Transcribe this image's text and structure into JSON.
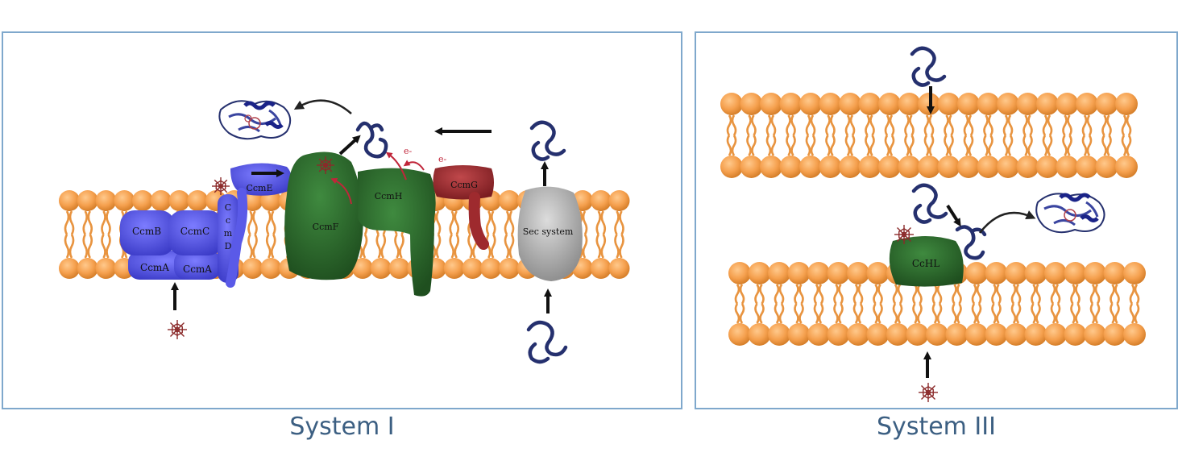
{
  "panels": [
    {
      "caption": "System I",
      "labels": {
        "ccmB": "CcmB",
        "ccmC": "CcmC",
        "ccmA1": "CcmA",
        "ccmA2": "CcmA",
        "ccmD": [
          "C",
          "c",
          "m",
          "D"
        ],
        "ccmE": "CcmE",
        "ccmF": "CcmF",
        "ccmH": "CcmH",
        "ccmG": "CcmG",
        "sec": "Sec system",
        "electron1": "e-",
        "electron2": "e-"
      }
    },
    {
      "caption": "System III",
      "labels": {
        "cchl": "CcHL"
      }
    }
  ],
  "colors": {
    "membrane": "#f5a04e",
    "ccm_blue": "#5a5ae8",
    "ccm_green": "#2e6b2e",
    "ccmG_red": "#9e2a2e",
    "sec_gray": "#a9a9a9",
    "heme": "#8b2a2a",
    "apoprotein": "#25306e",
    "electron_arrow": "#c0263a",
    "caption": "#3c5f82"
  }
}
